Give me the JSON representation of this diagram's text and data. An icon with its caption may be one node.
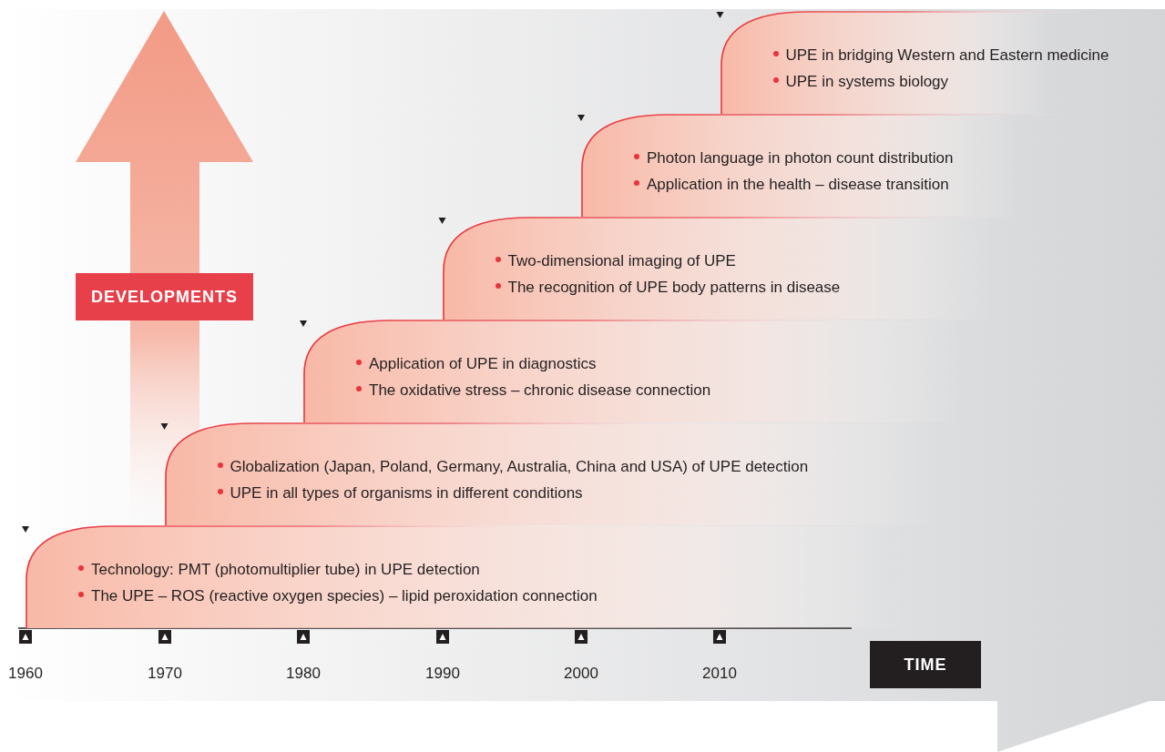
{
  "diagram": {
    "nodes": [
      {
        "text": [
          "Technology: PMT (photomultiplier tube) in UPE detection",
          "The UPE – ROS (reactive oxygen species) – lipid peroxidation connection"
        ]
      },
      {
        "text": [
          "Globalization (Japan, Poland, Germany, Australia, China and USA) of UPE detection",
          "UPE in all types of organisms in different conditions"
        ]
      },
      {
        "text": [
          "Application of UPE in diagnostics",
          "The oxidative stress – chronic disease connection"
        ]
      },
      {
        "text": [
          "Two-dimensional imaging of UPE",
          "The recognition of UPE body patterns in disease"
        ]
      },
      {
        "text": [
          "Photon language in photon count distribution",
          "Application in the health – disease transition"
        ]
      },
      {
        "text": [
          "UPE in bridging Western and Eastern medicine",
          "UPE in systems biology"
        ]
      },
      {
        "text": [
          "DEVELOPMENTS"
        ]
      },
      {
        "text": [
          "TIME"
        ]
      }
    ],
    "edges": [],
    "labels": [
      "1960",
      "1970",
      "1980",
      "1990",
      "2000",
      "2010"
    ]
  }
}
